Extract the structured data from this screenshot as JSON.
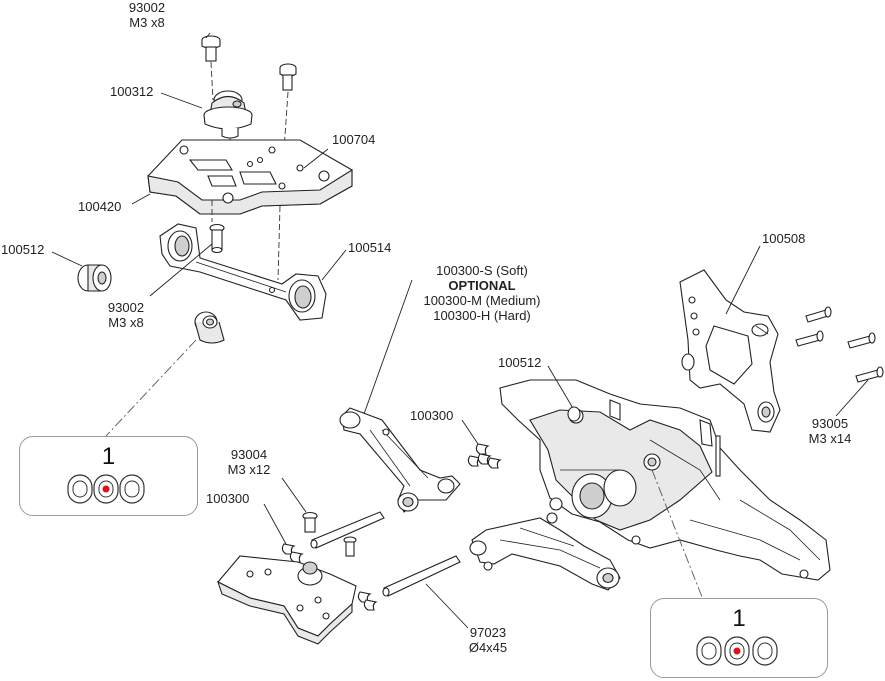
{
  "labels": {
    "screw_top_num": "93002",
    "screw_top_size": "M3 x8",
    "mount_top": "100312",
    "plate_top": "100704",
    "plate_side": "100420",
    "bushing_left": "100512",
    "bulkhead_holder": "100514",
    "screw_mid_num": "93002",
    "screw_mid_size": "M3 x8",
    "arm_soft": "100300-S (Soft)",
    "optional": "OPTIONAL",
    "arm_medium": "100300-M (Medium)",
    "arm_hard": "100300-H (Hard)",
    "bushing_right": "100512",
    "clips_right": "100300",
    "shock_tower": "100508",
    "screws_right_num": "93005",
    "screws_right_size": "M3 x14",
    "screw_low_num": "93004",
    "screw_low_size": "M3 x12",
    "clips_left": "100300",
    "pin_num": "97023",
    "pin_size": "Ø4x45"
  },
  "callouts": [
    {
      "number": "1",
      "marked_hole": "middle",
      "marker_color": "#e0101a"
    },
    {
      "number": "1",
      "marked_hole": "middle",
      "marker_color": "#e0101a"
    }
  ],
  "colors": {
    "line": "#222222",
    "callout_border": "#9a9a9a",
    "marker": "#e0101a"
  }
}
